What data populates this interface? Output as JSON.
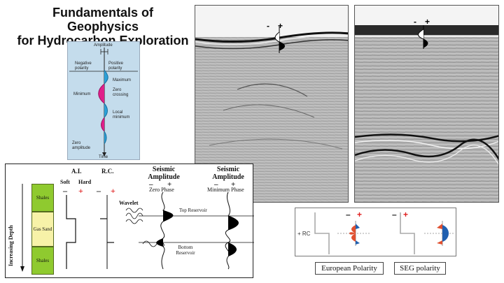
{
  "title": {
    "line1": "Fundamentals of Geophysics",
    "line2": "for Hydrocarbon Exploration"
  },
  "wavelet_figure": {
    "amplitude": "Amplitude",
    "negative_polarity": "Negative polarity",
    "positive_polarity": "Positive polarity",
    "maximum": "Maximum",
    "minimum": "Minimum",
    "zero_crossing": "Zero crossing",
    "local_minimum": "Local minimum",
    "zero_amplitude": "Zero amplitude",
    "time": "Time",
    "colors": {
      "positive": "#2aa0d8",
      "negative": "#e0208a",
      "background": "#c4dcec"
    }
  },
  "seismic_panels": [
    {
      "minus": "-",
      "plus": "+"
    },
    {
      "minus": "-",
      "plus": "+"
    }
  ],
  "depth_diagram": {
    "ai": "A.I.",
    "rc": "R.C.",
    "soft": "Soft",
    "hard": "Hard",
    "minus": "–",
    "plus": "+",
    "seismic_amplitude": "Seismic Amplitude",
    "zero_phase": "Zero Phase",
    "minimum_phase": "Minimum Phase",
    "wavelet": "Wavelet",
    "top_reservoir": "Top Reservoir",
    "bottom_reservoir": "Bottom Reservoir",
    "increasing_depth": "Increasing Depth",
    "layers": [
      "Shales",
      "Gas Sand",
      "Shales"
    ],
    "colors": {
      "shale": "#8fca2f",
      "gas_sand": "#f7f2a8",
      "plus": "#e02020"
    }
  },
  "polarity_panel": {
    "rc_label": "+ RC",
    "minus": "–",
    "plus": "+",
    "european": "European  Polarity",
    "seg": "SEG polarity",
    "colors": {
      "red": "#e05030",
      "blue": "#2060b0"
    }
  }
}
